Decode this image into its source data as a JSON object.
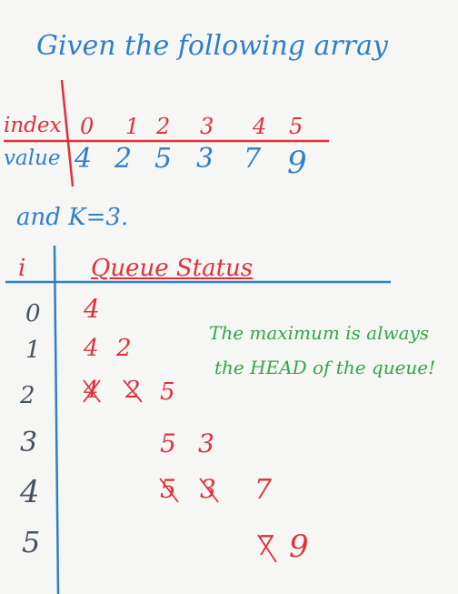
{
  "title": "Given the following array",
  "array_table": {
    "index_label": "index",
    "value_label": "value",
    "indices": [
      "0",
      "1",
      "2",
      "3",
      "4",
      "5"
    ],
    "values": [
      "4",
      "2",
      "5",
      "3",
      "7",
      "9"
    ]
  },
  "k_text": "and K=3.",
  "queue_table": {
    "i_header": "i",
    "status_header": "Queue Status",
    "rows": [
      {
        "i": "0",
        "entries": [
          "4"
        ]
      },
      {
        "i": "1",
        "entries": [
          "4",
          "2"
        ]
      },
      {
        "i": "2",
        "entries": [
          "4",
          "2",
          "5"
        ]
      },
      {
        "i": "3",
        "entries": [
          "5",
          "3"
        ]
      },
      {
        "i": "4",
        "entries": [
          "5",
          "3",
          "7"
        ]
      },
      {
        "i": "5",
        "entries": [
          "7",
          "9"
        ]
      }
    ]
  },
  "note_line1": "The maximum is always",
  "note_line2": "the HEAD of the queue!",
  "colors": {
    "blue": "#2f7fc9",
    "red": "#e0303a",
    "green": "#2ea84a",
    "dark": "#44525f"
  }
}
